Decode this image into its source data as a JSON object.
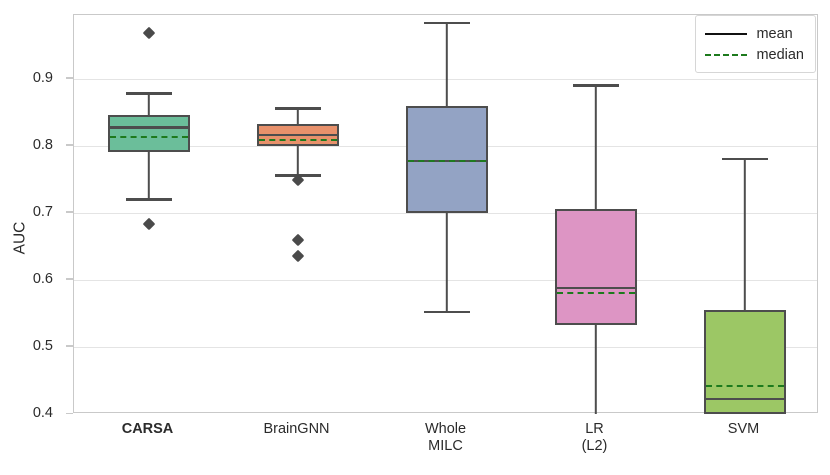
{
  "chart_data": {
    "type": "boxplot",
    "title": "",
    "xlabel": "",
    "ylabel": "AUC",
    "ylim": [
      0.4,
      0.995
    ],
    "grid": true,
    "yticks": [
      0.9,
      0.8,
      0.7,
      0.6,
      0.5,
      0.4
    ],
    "ytick_labels": [
      "0.9",
      "0.8",
      "0.7",
      "0.6",
      "0.5",
      "0.4"
    ],
    "categories": [
      "CARSA",
      "BrainGNN",
      "Whole\nMILC",
      "LR\n(L2)",
      "SVM"
    ],
    "highlighted_category": "CARSA",
    "legend": {
      "position": "upper-right",
      "entries": [
        {
          "label": "mean",
          "style": "solid",
          "color": "#111111"
        },
        {
          "label": "median",
          "style": "dashed",
          "color": "#1d7a1d"
        }
      ]
    },
    "boxes": [
      {
        "name": "CARSA",
        "color": "#6BBE9A",
        "q1": 0.79,
        "q3": 0.846,
        "median": 0.812,
        "mean": 0.827,
        "whisker_low": 0.72,
        "whisker_high": 0.878,
        "fliers": [
          0.968,
          0.684
        ]
      },
      {
        "name": "BrainGNN",
        "color": "#E8916B",
        "q1": 0.8,
        "q3": 0.832,
        "median": 0.808,
        "mean": 0.816,
        "whisker_low": 0.756,
        "whisker_high": 0.856,
        "fliers": [
          0.749,
          0.659,
          0.635
        ]
      },
      {
        "name": "Whole MILC",
        "color": "#93A3C4",
        "q1": 0.699,
        "q3": 0.86,
        "median": 0.777,
        "mean": 0.777,
        "whisker_low": 0.552,
        "whisker_high": 0.983,
        "fliers": []
      },
      {
        "name": "LR (L2)",
        "color": "#DD95C4",
        "q1": 0.532,
        "q3": 0.705,
        "median": 0.58,
        "mean": 0.588,
        "whisker_low": 0.4,
        "whisker_high": 0.89,
        "fliers": []
      },
      {
        "name": "SVM",
        "color": "#9CC765",
        "q1": 0.4,
        "q3": 0.555,
        "median": 0.441,
        "mean": 0.422,
        "whisker_low": 0.4,
        "whisker_high": 0.78,
        "fliers": []
      }
    ]
  }
}
